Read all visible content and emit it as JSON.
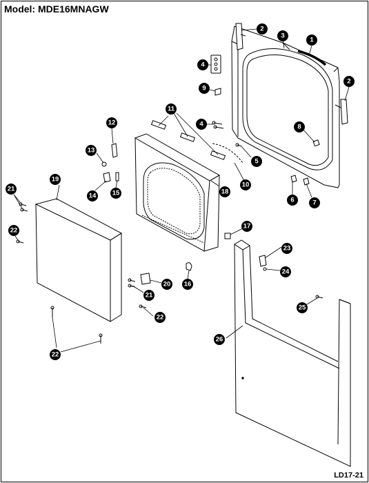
{
  "header": {
    "model": "Model:  MDE16MNAGW"
  },
  "footer": {
    "code": "LD17-21"
  },
  "callouts": {
    "c1": "1",
    "c2a": "2",
    "c2b": "2",
    "c3": "3",
    "c4a": "4",
    "c4b": "4",
    "c5": "5",
    "c6": "6",
    "c7": "7",
    "c8": "8",
    "c9": "9",
    "c10": "10",
    "c11": "11",
    "c12": "12",
    "c13": "13",
    "c14": "14",
    "c15": "15",
    "c16": "16",
    "c17": "17",
    "c18": "18",
    "c19": "19",
    "c20": "20",
    "c21a": "21",
    "c21b": "21",
    "c22a": "22",
    "c22b": "22",
    "c22c": "22",
    "c23": "23",
    "c24": "24",
    "c25": "25",
    "c26": "26"
  }
}
